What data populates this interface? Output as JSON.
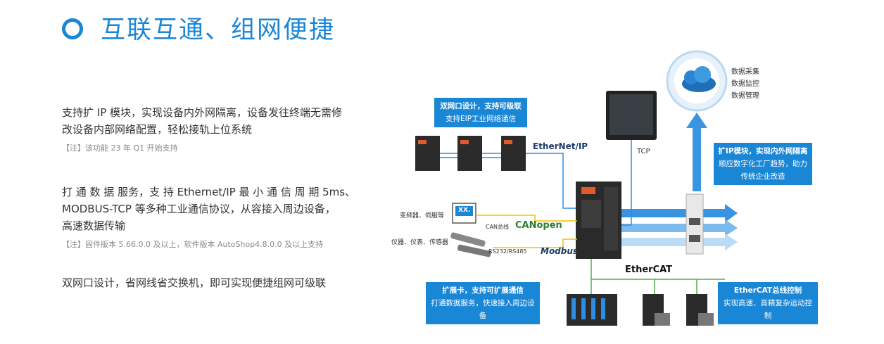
{
  "header": {
    "title": "互联互通、组网便捷"
  },
  "features": [
    {
      "text_line1": "支持扩 IP 模块，实现设备内外网隔离，设备发往终端无需修",
      "text_line2": "改设备内部网络配置，轻松接轨上位系统",
      "note": "【注】该功能 23 年 Q1 开始支持"
    },
    {
      "text_line1": "打 通 数 据 服务，支 持 Ethernet/IP  最 小 通 信 周 期 5ms、",
      "text_line2": "MODBUS-TCP 等多种工业通信协议，从容接入周边设备，",
      "text_line3": "高速数据传输",
      "note": "【注】固件版本 5.66.0.0 及以上，软件版本 AutoShop4.8.0.0 及以上支持"
    },
    {
      "text_line1": "双网口设计，省网线省交换机，即可实现便捷组网可级联"
    }
  ],
  "diagram": {
    "badge_dual_port": {
      "line1": "双网口设计，支持可级联",
      "line2": "支持EIP工业网络通信"
    },
    "badge_ip_module": {
      "line1": "扩IP模块，实现内外网隔离",
      "line2": "顺应数字化工厂趋势，助力",
      "line3": "传统企业改造"
    },
    "badge_expansion": {
      "line1": "扩展卡，支持可扩展通信",
      "line2": "打通数据服务，快速接入周边设备"
    },
    "badge_ethercat": {
      "line1": "EtherCAT总线控制",
      "line2": "实现高速、高精复杂运动控制"
    },
    "cloud": {
      "line1": "数据采集",
      "line2": "数据监控",
      "line3": "数据管理"
    },
    "tcp_label": "TCP",
    "ethernet_ip_logo": "EtherNet/IP",
    "ethercat_logo": "EtherCAT",
    "canopen_logo": "CANopen",
    "modbus_logo": "Modbus",
    "can_bus_label": "CAN总线",
    "rs_label": "RS232/RS485",
    "inverter_label": "变频器、伺服等",
    "sensor_label": "仪器、仪表、传感器",
    "display_text": "XX.",
    "colors": {
      "accent": "#1a86d6",
      "arrow": "#2f8ce0",
      "line_yellow": "#f2c200",
      "line_green": "#4caf50"
    }
  }
}
